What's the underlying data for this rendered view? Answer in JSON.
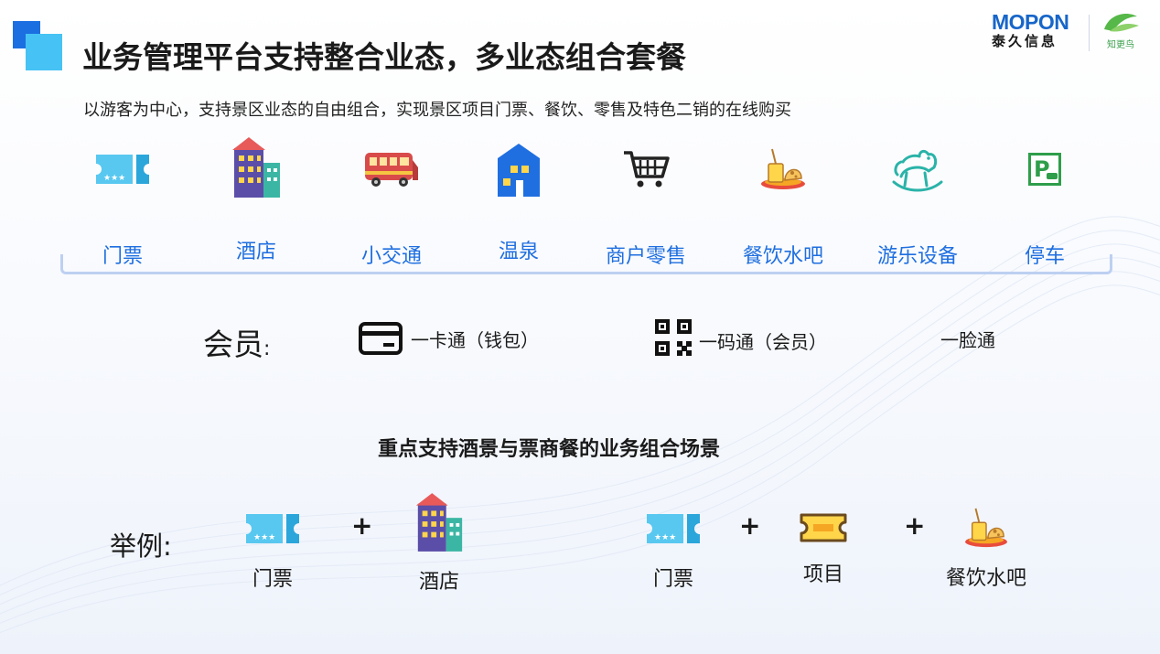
{
  "header": {
    "title": "业务管理平台支持整合业态，多业态组合套餐",
    "subtitle": "以游客为中心，支持景区业态的自由组合，实现景区项目门票、餐饮、零售及特色二销的在线购买",
    "brand_name": "MOPON",
    "brand_sub": "泰久信息",
    "partner_name": "知更鸟"
  },
  "categories": [
    {
      "label": "门票",
      "icon": "ticket-icon"
    },
    {
      "label": "酒店",
      "icon": "hotel-icon"
    },
    {
      "label": "小交通",
      "icon": "bus-icon"
    },
    {
      "label": "温泉",
      "icon": "hot-spring-icon"
    },
    {
      "label": "商户零售",
      "icon": "cart-icon"
    },
    {
      "label": "餐饮水吧",
      "icon": "food-icon"
    },
    {
      "label": "游乐设备",
      "icon": "rocking-horse-icon"
    },
    {
      "label": "停车",
      "icon": "parking-icon"
    }
  ],
  "member": {
    "label": "会员",
    "colon": ":",
    "card": "一卡通（钱包）",
    "code": "一码通（会员）",
    "face": "一脸通"
  },
  "section_title": "重点支持酒景与票商餐的业务组合场景",
  "example": {
    "label": "举例:",
    "plus": "+",
    "items": [
      {
        "label": "门票",
        "icon": "ticket-icon"
      },
      {
        "label": "酒店",
        "icon": "hotel-icon"
      },
      {
        "label": "门票",
        "icon": "ticket-icon"
      },
      {
        "label": "项目",
        "icon": "ticket-stub-icon"
      },
      {
        "label": "餐饮水吧",
        "icon": "food-icon"
      }
    ]
  },
  "colors": {
    "accent_blue": "#1f6fe0",
    "bracket": "#bdd0f2",
    "brand_blue": "#1766c9"
  }
}
